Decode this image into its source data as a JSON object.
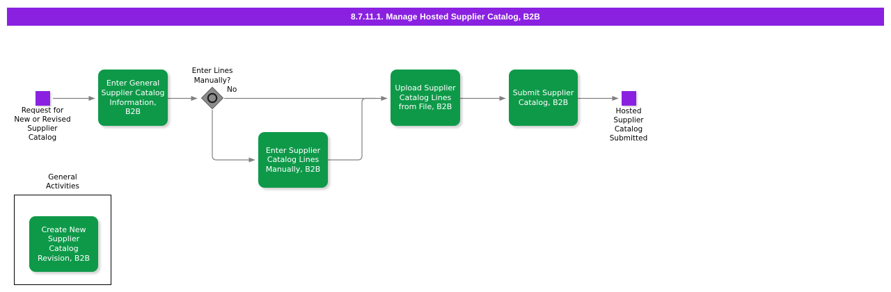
{
  "header": {
    "title": "8.7.11.1. Manage Hosted Supplier Catalog, B2B",
    "bar_color": "#8A21E0",
    "text_color": "#FFFFFF"
  },
  "theme": {
    "activity_fill": "#0E9949",
    "activity_text": "#FFFFFF",
    "event_fill": "#8A21E0",
    "gateway_fill": "#8C8C8C",
    "gateway_stroke": "#3A3A3A",
    "connector_color": "#808080",
    "group_border": "#000000",
    "label_text": "#000000",
    "page_background": "#FFFFFF"
  },
  "diagram": {
    "type": "bpmn-process-flow",
    "start_event": {
      "name": "request-for-new-or-revised-supplier-catalog",
      "caption": "Request for\nNew or Revised\nSupplier\nCatalog"
    },
    "end_event": {
      "name": "hosted-supplier-catalog-submitted",
      "caption": "Hosted\nSupplier\nCatalog\nSubmitted"
    },
    "gateway": {
      "name": "enter-lines-manually",
      "caption": "Enter Lines\nManually?",
      "branch_label_no": "No"
    },
    "activities": [
      {
        "id": "enter-general-info",
        "label": "Enter General\nSupplier Catalog\nInformation,\nB2B"
      },
      {
        "id": "enter-lines-manually",
        "label": "Enter Supplier\nCatalog Lines\nManually, B2B"
      },
      {
        "id": "upload-lines-from-file",
        "label": "Upload Supplier\nCatalog Lines\nfrom File, B2B"
      },
      {
        "id": "submit-supplier-catalog",
        "label": "Submit Supplier\nCatalog, B2B"
      }
    ],
    "group": {
      "id": "general-activities",
      "title": "General\nActivities",
      "activities": [
        {
          "id": "create-new-revision",
          "label": "Create New\nSupplier Catalog\nRevision, B2B"
        }
      ]
    }
  }
}
